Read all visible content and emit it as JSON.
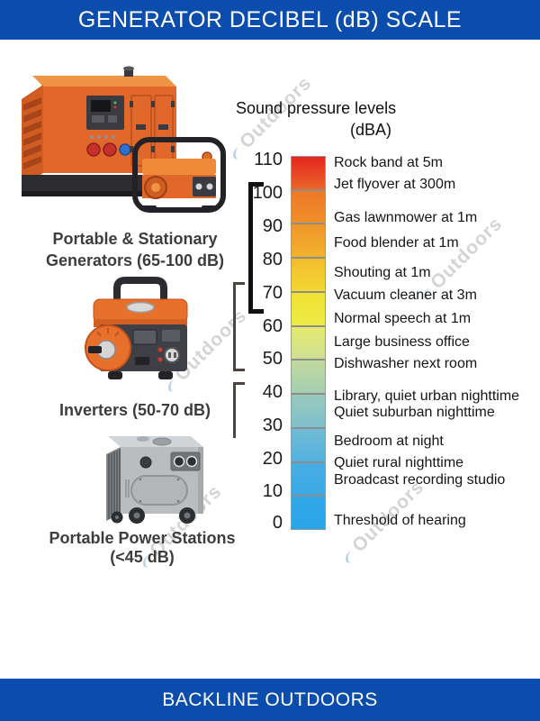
{
  "header": {
    "title": "GENERATOR DECIBEL (dB) SCALE"
  },
  "footer": {
    "brand": "BACKLINE OUTDOORS"
  },
  "watermark": {
    "text": "Outdoors"
  },
  "colors": {
    "banner_blue": "#0b4dad",
    "bracket_black": "#111111",
    "bracket_gray": "#4e4340",
    "generator_orange": "#e2672b",
    "power_station_gray": "#b9bdc0"
  },
  "categories": [
    {
      "line1": "Portable & Stationary",
      "line2": "Generators (65-100 dB)"
    },
    {
      "line1": "Inverters (50-70 dB)",
      "line2": ""
    },
    {
      "line1": "Portable Power Stations",
      "line2": "(<45 dB)"
    }
  ],
  "scale": {
    "title": "Sound pressure levels",
    "subtitle": "(dBA)",
    "ticks": [
      "110",
      "100",
      "90",
      "80",
      "70",
      "60",
      "50",
      "40",
      "30",
      "20",
      "10",
      "0"
    ],
    "segments": [
      "linear-gradient(180deg,#e5261f,#e96628)",
      "linear-gradient(180deg,#ed7827,#ef8f2a)",
      "linear-gradient(180deg,#f0952b,#f2b22d)",
      "linear-gradient(180deg,#f3bc2e,#f2d732)",
      "linear-gradient(180deg,#f1e133,#edec48)",
      "linear-gradient(180deg,#e6e96e,#cedf93)",
      "linear-gradient(180deg,#c2d99d,#a5ceb2)",
      "linear-gradient(180deg,#9ac9bb,#7ec0cd)",
      "linear-gradient(180deg,#71bbd5,#53b1de)",
      "linear-gradient(180deg,#49ade2,#39a9e5)",
      "linear-gradient(180deg,#32a7e7,#28a5e9)"
    ],
    "labels": [
      "Rock band at 5m",
      "Jet flyover at 300m",
      "Gas lawnmower at 1m",
      "Food blender at 1m",
      "Shouting at 1m",
      "Vacuum cleaner at 3m",
      "Normal speech at 1m",
      "Large business office",
      "Dishwasher next room",
      "Library, quiet urban nighttime",
      "Quiet suburban nighttime",
      "Bedroom at night",
      "Quiet rural nighttime",
      "Broadcast recording studio",
      "Threshold of hearing"
    ]
  },
  "chart_data": {
    "type": "scale",
    "title": "Sound pressure levels (dBA)",
    "axis_range": [
      0,
      110
    ],
    "tick_interval": 10,
    "reference_levels": [
      {
        "db": 110,
        "label": "Rock band at 5m"
      },
      {
        "db": 103,
        "label": "Jet flyover at 300m"
      },
      {
        "db": 92,
        "label": "Gas lawnmower at 1m"
      },
      {
        "db": 85,
        "label": "Food blender at 1m"
      },
      {
        "db": 76,
        "label": "Shouting at 1m"
      },
      {
        "db": 70,
        "label": "Vacuum cleaner at 3m"
      },
      {
        "db": 62,
        "label": "Normal speech at 1m"
      },
      {
        "db": 55,
        "label": "Large business office"
      },
      {
        "db": 50,
        "label": "Dishwasher next room"
      },
      {
        "db": 40,
        "label": "Library, quiet urban nighttime"
      },
      {
        "db": 37,
        "label": "Quiet suburban nighttime"
      },
      {
        "db": 30,
        "label": "Bedroom at night"
      },
      {
        "db": 25,
        "label": "Quiet rural nighttime"
      },
      {
        "db": 20,
        "label": "Broadcast recording studio"
      },
      {
        "db": 0,
        "label": "Threshold of hearing"
      }
    ],
    "category_ranges": [
      {
        "name": "Portable & Stationary Generators",
        "range_db": "65-100 dB"
      },
      {
        "name": "Inverters",
        "range_db": "50-70 dB"
      },
      {
        "name": "Portable Power Stations",
        "range_db": "<45 dB"
      }
    ]
  }
}
